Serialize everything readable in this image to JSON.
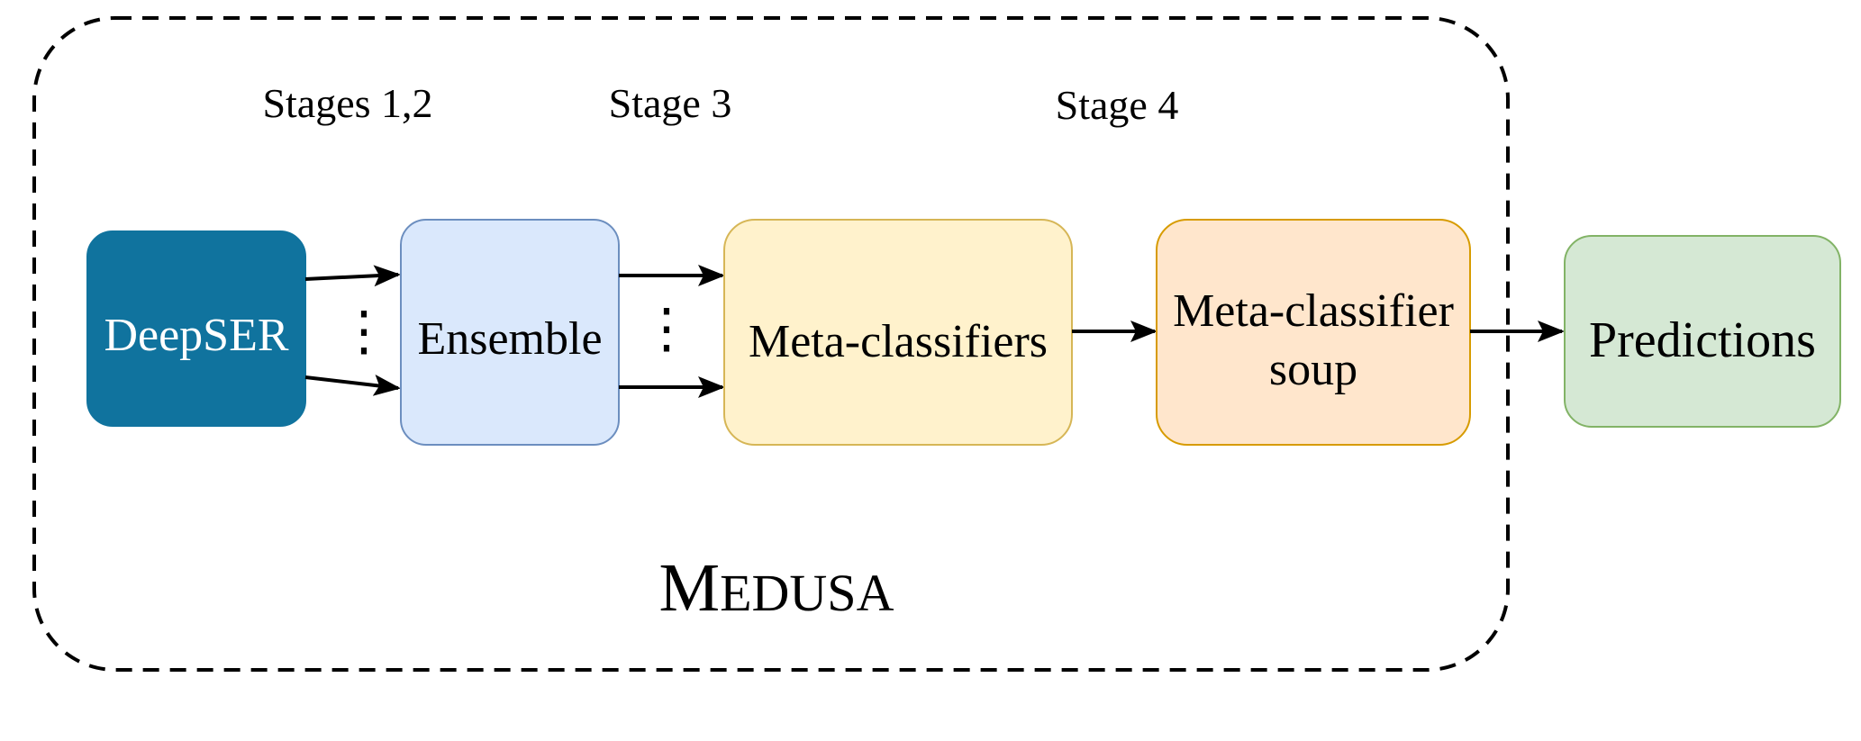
{
  "stages": {
    "stage_1_2": "Stages 1,2",
    "stage_3": "Stage 3",
    "stage_4": "Stage 4"
  },
  "boxes": {
    "deepser": "DeepSER",
    "ensemble": "Ensemble",
    "meta_classifiers": "Meta-classifiers",
    "soup_line1": "Meta-classifier",
    "soup_line2": "soup",
    "predictions": "Predictions"
  },
  "container": {
    "name_initial": "M",
    "name_rest": "EDUSA"
  },
  "ellipsis": "⋮",
  "colors": {
    "deepser_fill": "#10739E",
    "ensemble_fill": "#DAE8FC",
    "ensemble_stroke": "#6C8EBF",
    "meta_fill": "#FFF2CC",
    "meta_stroke": "#D6B656",
    "soup_fill": "#FFE6CC",
    "soup_stroke": "#D79B00",
    "predictions_fill": "#D5E8D4",
    "predictions_stroke": "#82B366"
  }
}
